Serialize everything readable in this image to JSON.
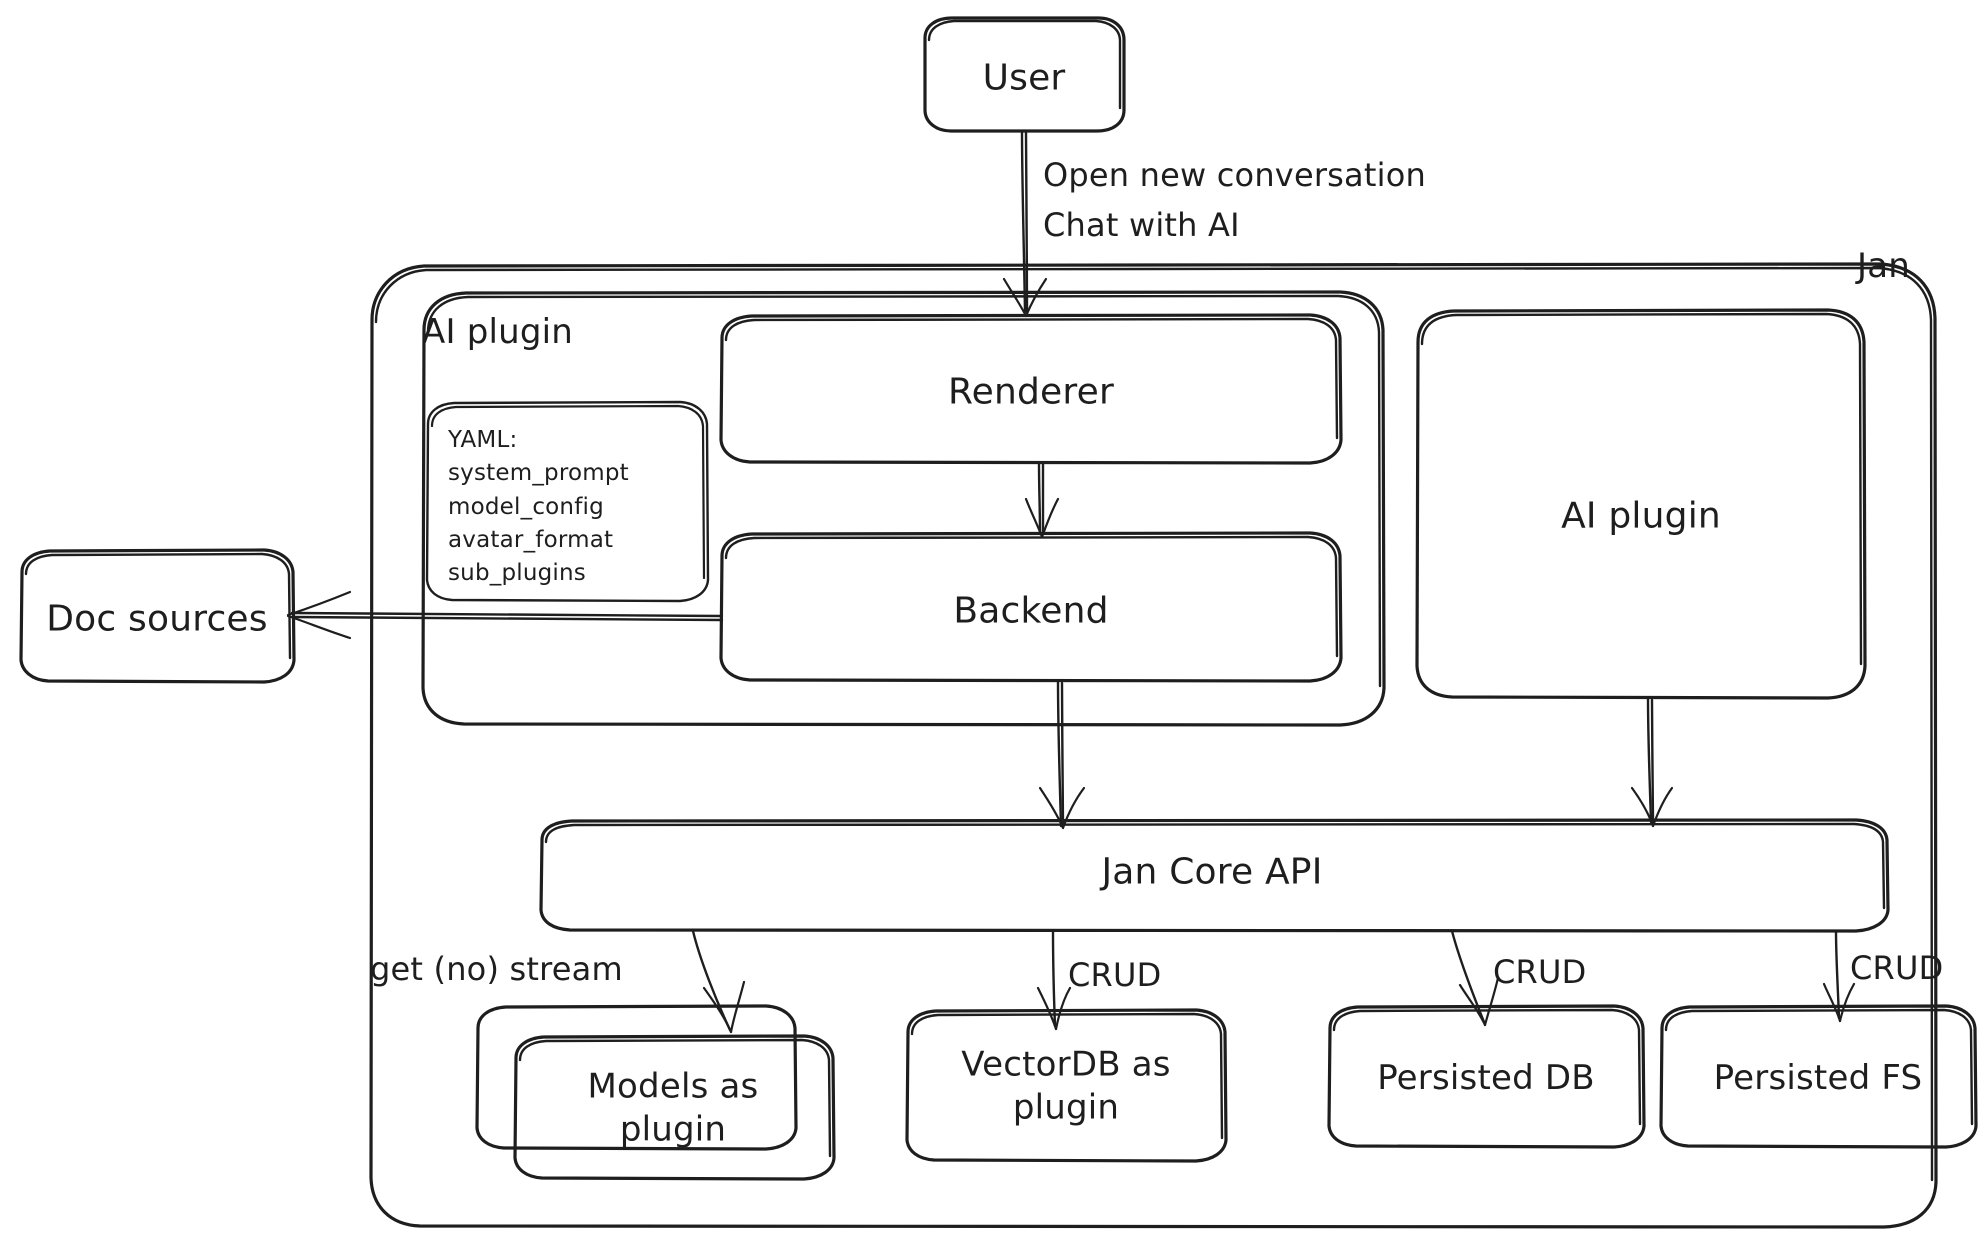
{
  "diagram": {
    "type": "architecture-flowchart",
    "style": "hand-drawn",
    "stroke_color": "#1e1e1e",
    "background_color": "#ffffff",
    "containers": [
      {
        "id": "jan",
        "label": "Jan",
        "label_position": "top-right"
      },
      {
        "id": "ai-plugin-group",
        "label": "AI plugin",
        "label_position": "top-left"
      }
    ],
    "nodes": [
      {
        "id": "user",
        "label": "User"
      },
      {
        "id": "renderer",
        "label": "Renderer"
      },
      {
        "id": "backend",
        "label": "Backend"
      },
      {
        "id": "ai-plugin",
        "label": "AI plugin"
      },
      {
        "id": "doc-sources",
        "label": "Doc sources"
      },
      {
        "id": "jan-core-api",
        "label": "Jan Core API"
      },
      {
        "id": "models-plugin",
        "label": "Models as\nplugin"
      },
      {
        "id": "vectordb-plugin",
        "label": "VectorDB as\nplugin"
      },
      {
        "id": "persisted-db",
        "label": "Persisted DB"
      },
      {
        "id": "persisted-fs",
        "label": "Persisted FS"
      }
    ],
    "yaml_note": {
      "title": "YAML:",
      "lines": [
        "system_prompt",
        "model_config",
        "avatar_format",
        "sub_plugins"
      ],
      "full_text": "YAML:\nsystem_prompt\nmodel_config\navatar_format\nsub_plugins"
    },
    "edges": [
      {
        "from": "user",
        "to": "renderer",
        "label": "Open new conversation\nChat with AI"
      },
      {
        "from": "renderer",
        "to": "backend",
        "label": ""
      },
      {
        "from": "backend",
        "to": "doc-sources",
        "label": ""
      },
      {
        "from": "backend",
        "to": "jan-core-api",
        "label": ""
      },
      {
        "from": "ai-plugin",
        "to": "jan-core-api",
        "label": ""
      },
      {
        "from": "jan-core-api",
        "to": "models-plugin",
        "label": "get (no) stream"
      },
      {
        "from": "jan-core-api",
        "to": "vectordb-plugin",
        "label": "CRUD"
      },
      {
        "from": "jan-core-api",
        "to": "persisted-db",
        "label": "CRUD"
      },
      {
        "from": "jan-core-api",
        "to": "persisted-fs",
        "label": "CRUD"
      }
    ],
    "edge_labels": {
      "user_to_renderer_line1": "Open new conversation",
      "user_to_renderer_line2": "Chat with AI",
      "models_stream": "get (no) stream",
      "crud_vectordb": "CRUD",
      "crud_db": "CRUD",
      "crud_fs": "CRUD"
    }
  }
}
